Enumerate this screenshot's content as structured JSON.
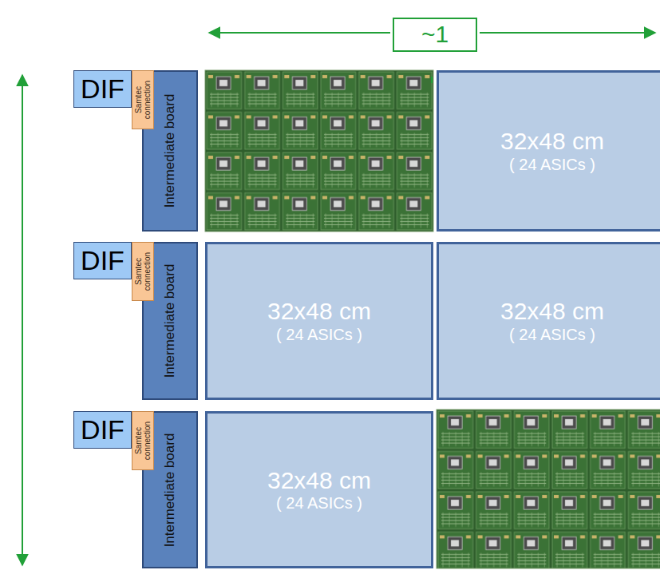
{
  "diagram": {
    "nodes": [
      {
        "text": [
          "~1"
        ]
      },
      {
        "text": [
          "DIF"
        ]
      },
      {
        "text": [
          "Samtec connection"
        ]
      },
      {
        "text": [
          "Intermediate board"
        ]
      },
      {
        "text": [
          "32x48 cm",
          "( 24 ASICs )"
        ]
      },
      {
        "text": [
          "DIF"
        ]
      },
      {
        "text": [
          "Samtec connection"
        ]
      },
      {
        "text": [
          "Intermediate board"
        ]
      },
      {
        "text": [
          "32x48 cm",
          "( 24 ASICs )"
        ]
      },
      {
        "text": [
          "32x48 cm",
          "( 24 ASICs )"
        ]
      },
      {
        "text": [
          "DIF"
        ]
      },
      {
        "text": [
          "Samtec connection"
        ]
      },
      {
        "text": [
          "Intermediate board"
        ]
      },
      {
        "text": [
          "32x48 cm",
          "( 24 ASICs )"
        ]
      }
    ]
  }
}
